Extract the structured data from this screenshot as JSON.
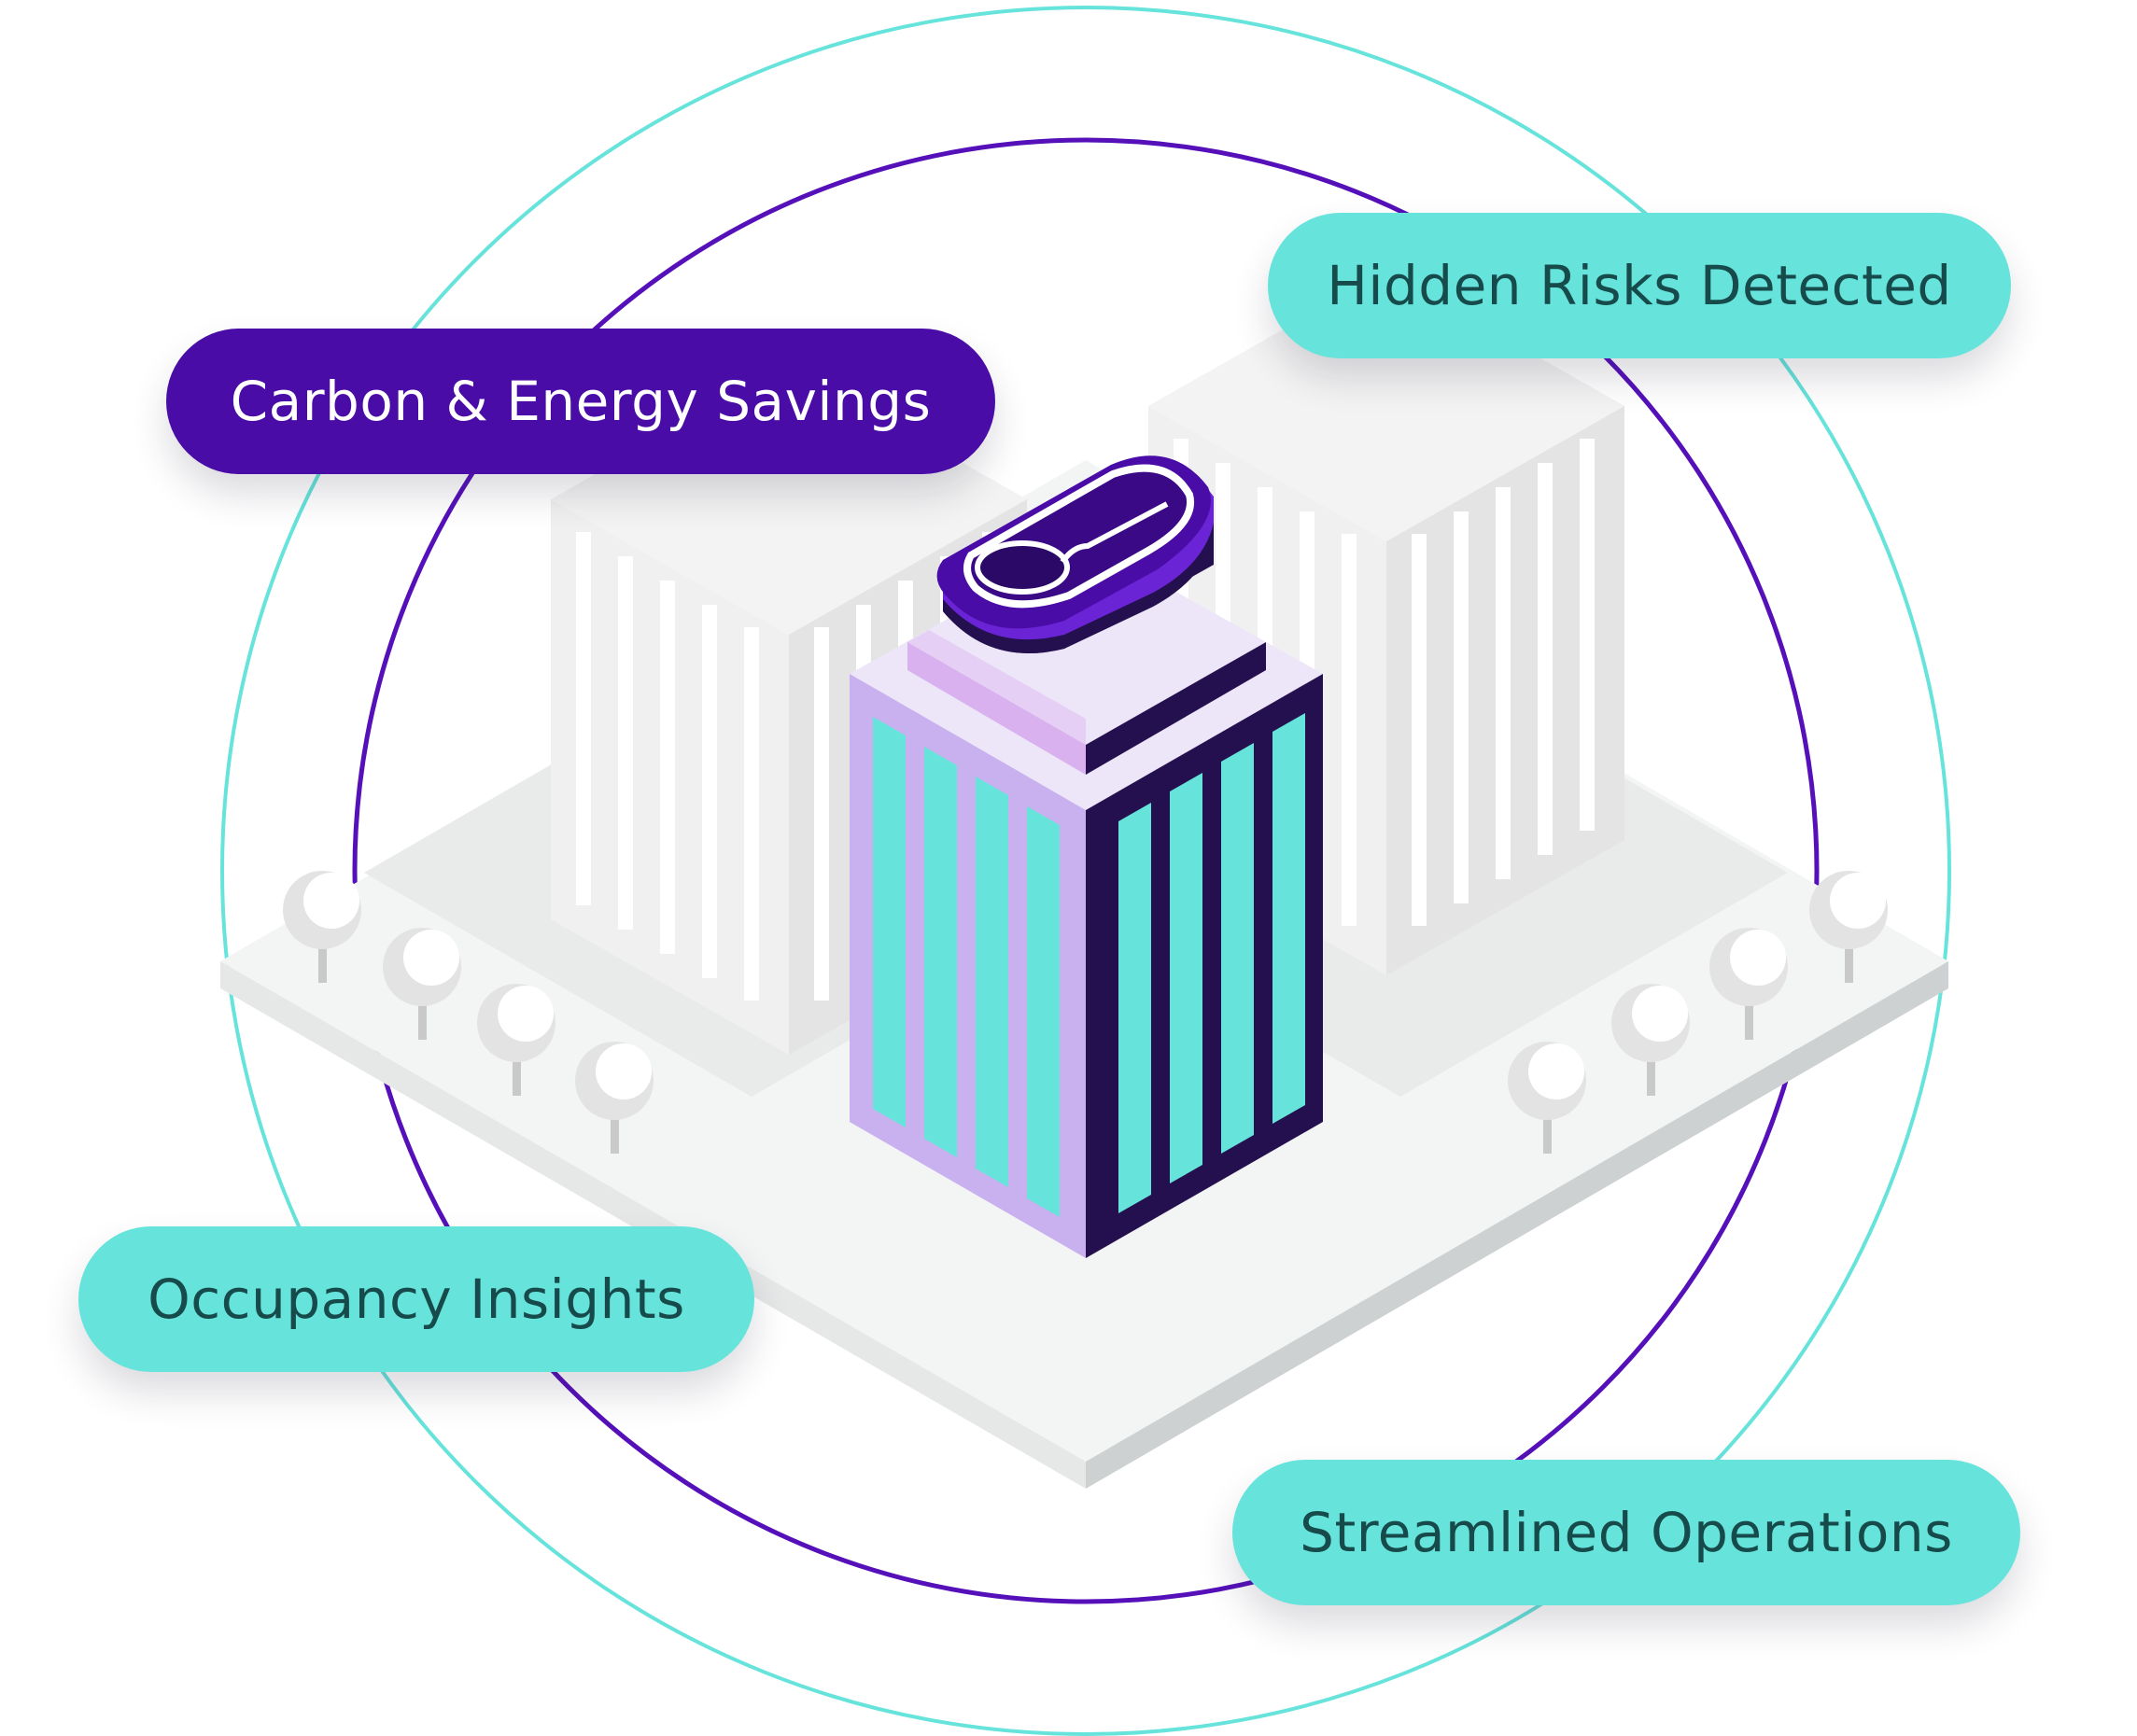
{
  "colors": {
    "primary_purple": "#4a0ca6",
    "teal": "#66e3db",
    "dark_navy": "#24104f",
    "lavender": "#c8b1ee",
    "light_gray": "#f2f2f2"
  },
  "labels": [
    {
      "id": "carbon",
      "text": "Carbon & Energy Savings",
      "style": "purple"
    },
    {
      "id": "risks",
      "text": "Hidden Risks Detected",
      "style": "teal"
    },
    {
      "id": "occupancy",
      "text": "Occupancy Insights",
      "style": "teal"
    },
    {
      "id": "operations",
      "text": "Streamlined Operations",
      "style": "teal"
    }
  ],
  "icons": {
    "center": "building-icon",
    "sensor": "sensor-device-icon"
  }
}
